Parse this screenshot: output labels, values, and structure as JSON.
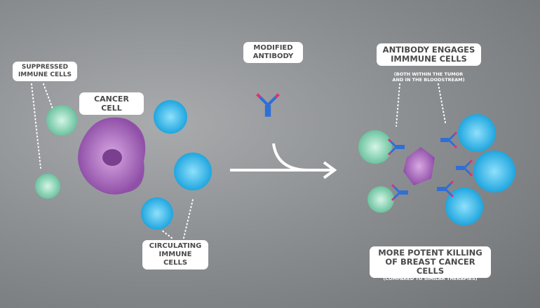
{
  "labels": {
    "suppressed": "SUPPRESSED IMMUNE CELLS",
    "cancer": "CANCER CELL",
    "antibody": "MODIFIED ANTIBODY",
    "circulating": "CIRCULATING IMMUNE CELLS",
    "engages": "ANTIBODY ENGAGES IMMMUNE CELLS",
    "engages_sub": "(BOTH WITHIN THE TUMOR AND IN THE BLOODSTREAM)",
    "potent": "MORE POTENT KILLING OF BREAST CANCER CELLS",
    "potent_sub": "(COMPARED TO SIMILAR THERAPIES)"
  },
  "colors": {
    "cancer": "#a064b4",
    "immune_circulating": "#2eb4e6",
    "immune_suppressed": "#7ccfae",
    "antibody_blue": "#2f6fd6",
    "antibody_pink": "#e0307a"
  }
}
